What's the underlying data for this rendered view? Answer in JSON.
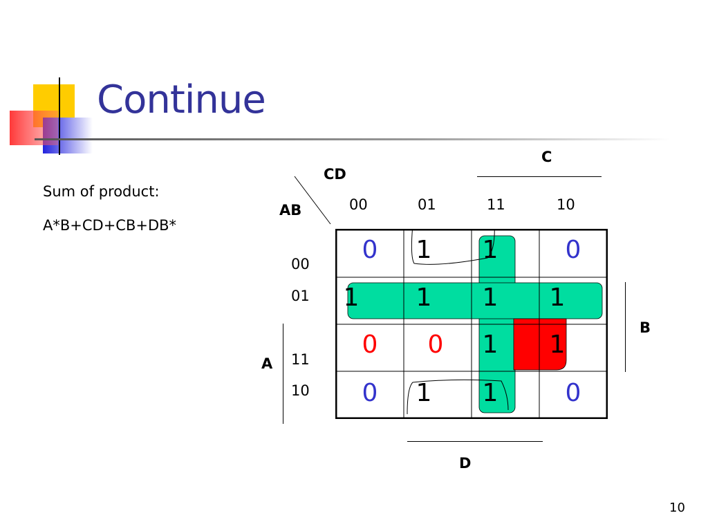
{
  "slide": {
    "title": "Continue",
    "page_number": "10"
  },
  "left_text": {
    "line1": "Sum of product:",
    "line2": "A*B+CD+CB+DB*"
  },
  "kmap": {
    "corner_col_label": "CD",
    "corner_row_label": "AB",
    "col_headers": [
      "00",
      "01",
      "11",
      "10"
    ],
    "row_headers": [
      "00",
      "01",
      "11",
      "10"
    ],
    "label_c": "C",
    "label_b": "B",
    "label_a": "A",
    "label_d": "D",
    "rows": [
      [
        {
          "v": "0",
          "color": "#3333cc"
        },
        {
          "v": "1",
          "color": "#000000"
        },
        {
          "v": "1",
          "color": "#000000"
        },
        {
          "v": "0",
          "color": "#3333cc"
        }
      ],
      [
        {
          "v": "1",
          "color": "#000000"
        },
        {
          "v": "1",
          "color": "#000000"
        },
        {
          "v": "1",
          "color": "#000000"
        },
        {
          "v": "1",
          "color": "#000000"
        }
      ],
      [
        {
          "v": "0",
          "color": "#ff0000"
        },
        {
          "v": "0",
          "color": "#ff0000"
        },
        {
          "v": "1",
          "color": "#000000"
        },
        {
          "v": "1",
          "color": "#000000"
        }
      ],
      [
        {
          "v": "0",
          "color": "#3333cc"
        },
        {
          "v": "1",
          "color": "#000000"
        },
        {
          "v": "1",
          "color": "#000000"
        },
        {
          "v": "0",
          "color": "#3333cc"
        }
      ]
    ],
    "group_colors": {
      "teal": "#00dda0",
      "red": "#ff0000"
    }
  },
  "colors": {
    "title": "#333399",
    "decoration_yellow": "#ffcc00",
    "decoration_blue": "#3333dd",
    "decoration_red": "#ff4444"
  }
}
